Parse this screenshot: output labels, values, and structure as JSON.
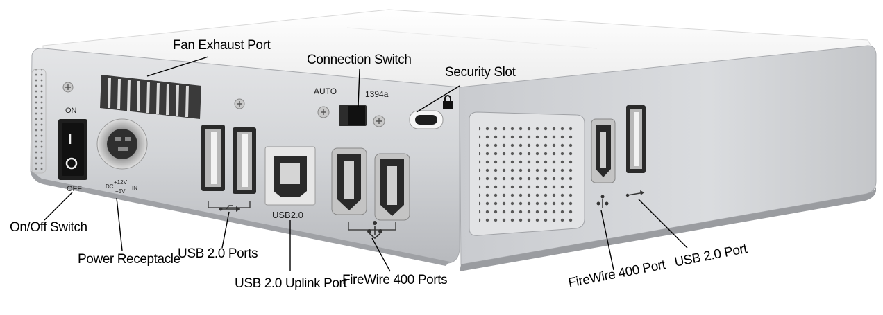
{
  "labels": {
    "fan_exhaust": "Fan Exhaust Port",
    "connection_switch": "Connection Switch",
    "security_slot": "Security Slot",
    "on_off_switch": "On/Off Switch",
    "power_receptacle": "Power Receptacle",
    "usb_ports": "USB 2.0 Ports",
    "usb_uplink": "USB 2.0 Uplink Port",
    "firewire_ports": "FireWire 400 Ports",
    "firewire_port_side": "FireWire 400 Port",
    "usb_port_side": "USB 2.0 Port"
  },
  "panel_text": {
    "switch_on": "ON",
    "switch_off": "OFF",
    "auto": "AUTO",
    "mode_1394a": "1394a",
    "usb20": "USB2.0",
    "dc": "DC",
    "plus12v": "+12V",
    "plus5v": "+5V",
    "in": "IN"
  },
  "colors": {
    "housing": "#cfd1d4",
    "top_lid": "#fafafa",
    "port_dark": "#2a2a2a",
    "port_metal": "#b8b8b8"
  }
}
